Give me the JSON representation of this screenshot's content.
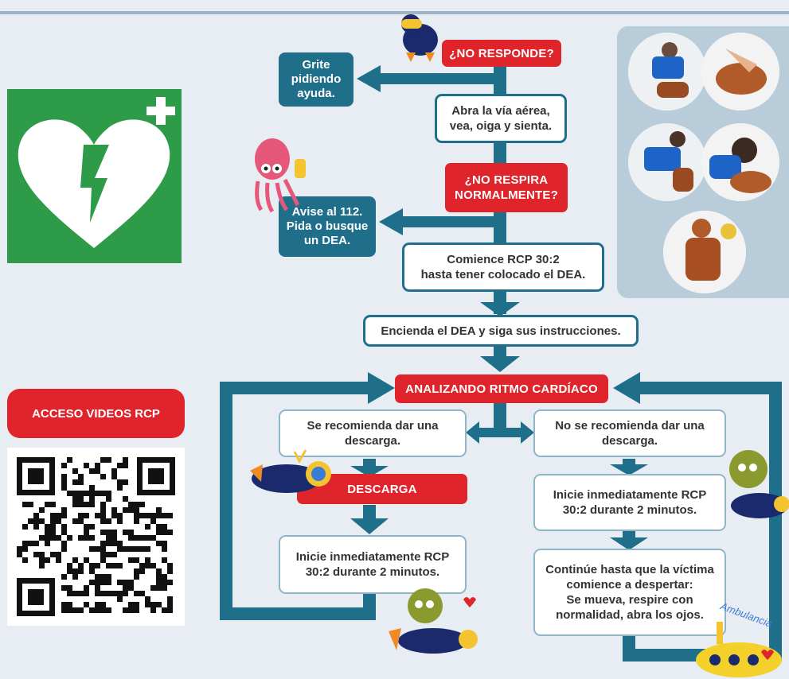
{
  "colors": {
    "accent_blue": "#1f6f8b",
    "alert_red": "#e0242b",
    "aed_green": "#2e9b48",
    "background": "#e8edf4"
  },
  "aed_sign": {
    "icon": "aed-heart-lightning-icon"
  },
  "video_access": {
    "label": "ACCESO VIDEOS RCP",
    "qr": "qr-code-icon"
  },
  "flow": {
    "no_responde": "¿NO RESPONDE?",
    "grite": "Grite\npidiendo\nayuda.",
    "abra_via": "Abra la vía aérea,\nvea, oiga y sienta.",
    "no_respira": "¿NO RESPIRA\nNORMALMENTE?",
    "avise": "Avise al 112.\nPida o busque\nun DEA.",
    "comience_rcp": "Comience RCP 30:2\nhasta tener colocado el DEA.",
    "encienda": "Encienda el DEA y siga sus instrucciones.",
    "analizando": "ANALIZANDO RITMO CARDÍACO",
    "se_recomienda": "Se recomienda dar una\ndescarga.",
    "no_se_recomienda": "No se recomienda dar una\ndescarga.",
    "descarga": "DESCARGA",
    "inicie_left": "Inicie inmediatamente RCP\n30:2 durante 2 minutos.",
    "inicie_right": "Inicie inmediatamente RCP\n30:2 durante 2 minutos.",
    "continue": "Continúe hasta que la víctima\ncomience a despertar:\nSe mueva, respire con\nnormalidad, abra los ojos."
  },
  "decorations": {
    "ambulance_text": "Ambulancia",
    "photos": [
      "cpr-compressions-photo",
      "cpr-hand-position-photo",
      "cpr-kneeling-photo",
      "cpr-rescue-breath-photo",
      "cpr-manikin-photo"
    ]
  }
}
